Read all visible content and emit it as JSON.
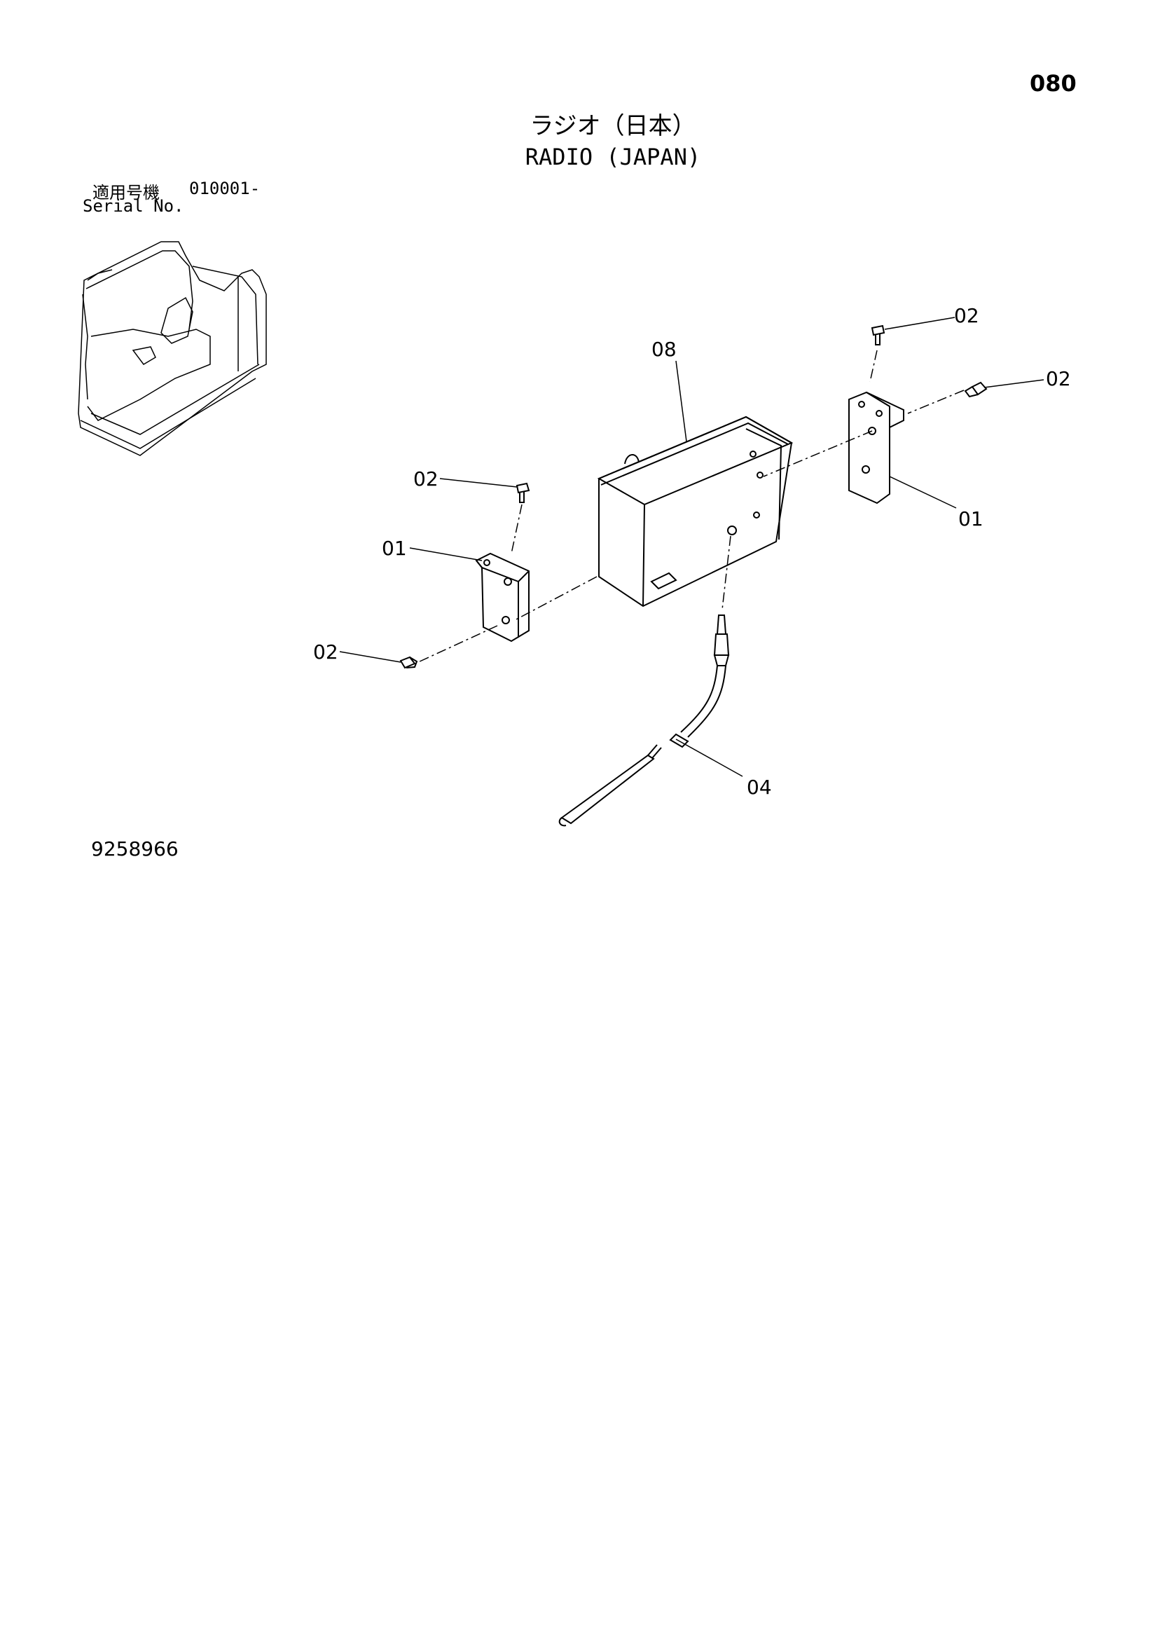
{
  "page_number": "080",
  "title": {
    "japanese": "ラジオ（日本）",
    "english": "RADIO (JAPAN)"
  },
  "serial": {
    "label_japanese": "適用号機",
    "label_english": "Serial No.",
    "value": "010001-"
  },
  "drawing_number": "9258966",
  "callouts": {
    "bracket_right_top_screw": "02",
    "bracket_right_side_screw": "02",
    "radio_unit": "08",
    "bracket_right": "01",
    "bracket_left_top_screw": "02",
    "bracket_left": "01",
    "bracket_left_side_screw": "02",
    "antenna_cable": "04"
  }
}
